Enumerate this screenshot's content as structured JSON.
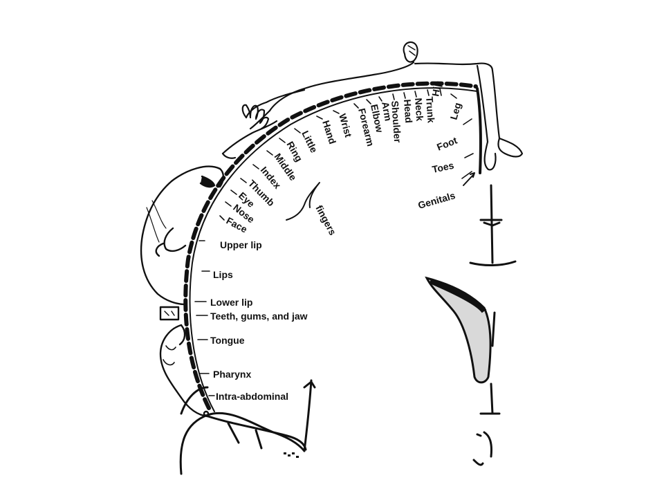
{
  "diagram": {
    "body_labels": {
      "genitals": "Genitals",
      "toes": "Toes",
      "foot": "Foot",
      "leg": "Leg",
      "hip": "Hip",
      "trunk": "Trunk",
      "neck": "Neck",
      "head": "Head",
      "shoulder": "Shoulder",
      "arm": "Arm",
      "elbow": "Elbow",
      "forearm": "Forearm",
      "wrist": "Wrist",
      "hand": "Hand",
      "little": "Little",
      "ring": "Ring",
      "middle": "Middle",
      "index": "Index",
      "thumb": "Thumb",
      "eye": "Eye",
      "nose": "Nose",
      "face": "Face",
      "upper_lip": "Upper lip",
      "lips": "Lips",
      "lower_lip": "Lower lip",
      "teeth": "Teeth, gums, and jaw",
      "tongue": "Tongue",
      "pharynx": "Pharynx",
      "intra_abdominal": "Intra-abdominal"
    },
    "fingers_bracket_label": "fingers",
    "colors": {
      "ink": "#111111",
      "background": "#ffffff"
    }
  }
}
